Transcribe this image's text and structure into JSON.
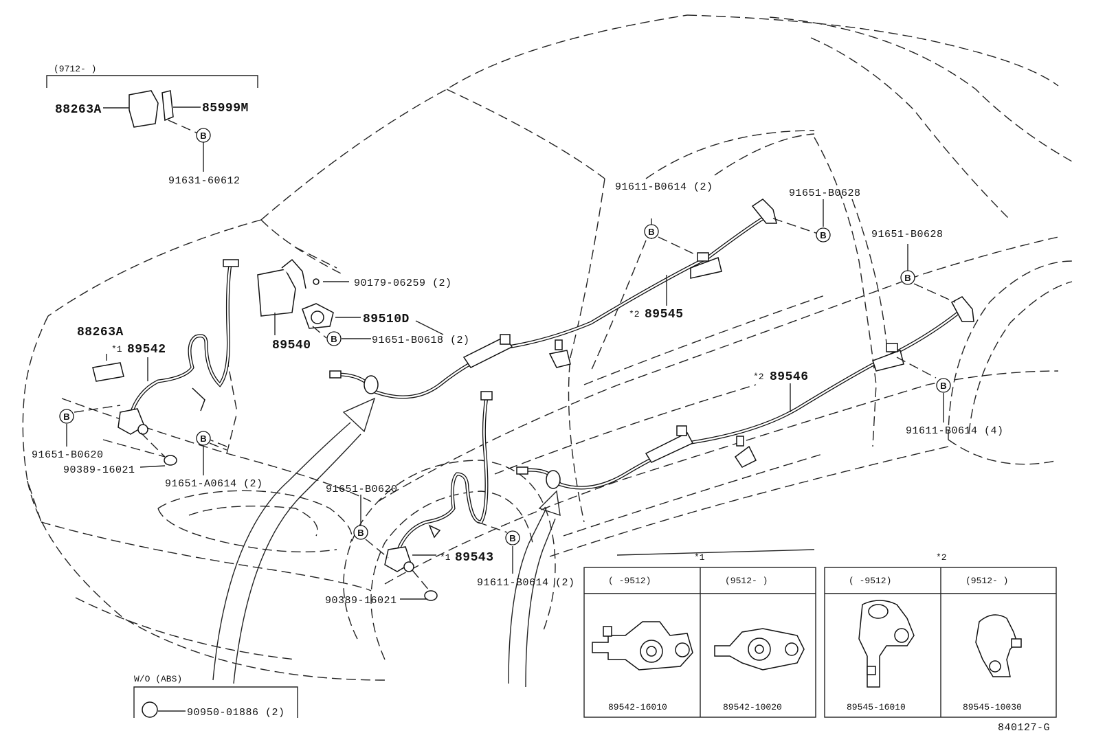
{
  "labels": {
    "top_group_range": "(9712-     )",
    "p88263a_top": "88263A",
    "p85999m": "85999M",
    "p91631_60612": "91631-60612",
    "p91611_b0614_2_top": "91611-B0614 (2)",
    "p91651_b0628_a": "91651-B0628",
    "p91651_b0628_b": "91651-B0628",
    "p90179_06259": "90179-06259 (2)",
    "p89510d": "89510D",
    "p91651_b0618": "91651-B0618 (2)",
    "p89540": "89540",
    "p89545": "89545",
    "p89545_mark": "*2",
    "p88263a_mid": "88263A",
    "p89542": "89542",
    "p89542_mark": "*1",
    "p89546": "89546",
    "p89546_mark": "*2",
    "p91651_b0620_left": "91651-B0620",
    "p90389_16021_a": "90389-16021",
    "p91651_a0614": "91651-A0614 (2)",
    "p91611_b0614_4": "91611-B0614 (4)",
    "p91651_b0620_mid": "91651-B0620",
    "p89543": "89543",
    "p89543_mark": "*1",
    "p91611_b0614_2_mid": "91611-B0614 (2)",
    "p90389_16021_b": "90389-16021",
    "wo_abs": "W/O (ABS)",
    "p90950_01886": "90950-01886 (2)",
    "bolt_letter": "B",
    "figure_code": "840127-G"
  },
  "variant_tables": [
    {
      "mark": "*1",
      "cols": [
        {
          "range": "(     -9512)",
          "part": "89542-16010"
        },
        {
          "range": "(9512-     )",
          "part": "89542-10020"
        }
      ]
    },
    {
      "mark": "*2",
      "cols": [
        {
          "range": "(     -9512)",
          "part": "89545-16010"
        },
        {
          "range": "(9512-     )",
          "part": "89545-10030"
        }
      ]
    }
  ]
}
